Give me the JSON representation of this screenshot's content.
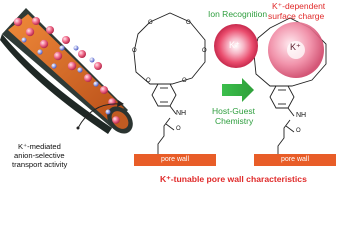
{
  "text": {
    "ion_recognition": "Ion Recognition",
    "host_guest_line1": "Host-Guest",
    "host_guest_line2": "Chemistry",
    "surface_charge_line1": "K⁺-dependent",
    "surface_charge_line2": "surface charge",
    "k_ion": "K⁺",
    "k_ion_bound": "K⁺",
    "transport_line1": "K⁺-mediated",
    "transport_line2": "anion-selective",
    "transport_line3": "transport activity",
    "nh_left": "NH",
    "nh_right": "NH",
    "pore_wall_left": "pore wall",
    "pore_wall_right": "pore wall",
    "bottom_caption": "K⁺-tunable pore wall characteristics"
  },
  "colors": {
    "green": "#2e9e3e",
    "red": "#e02a2a",
    "pore_wall": "#e85d28",
    "pore_inner": "#d86a2a",
    "pore_outer": "#2f3a36",
    "ion": "#f06a8a",
    "anion": "#9aa4e6"
  }
}
